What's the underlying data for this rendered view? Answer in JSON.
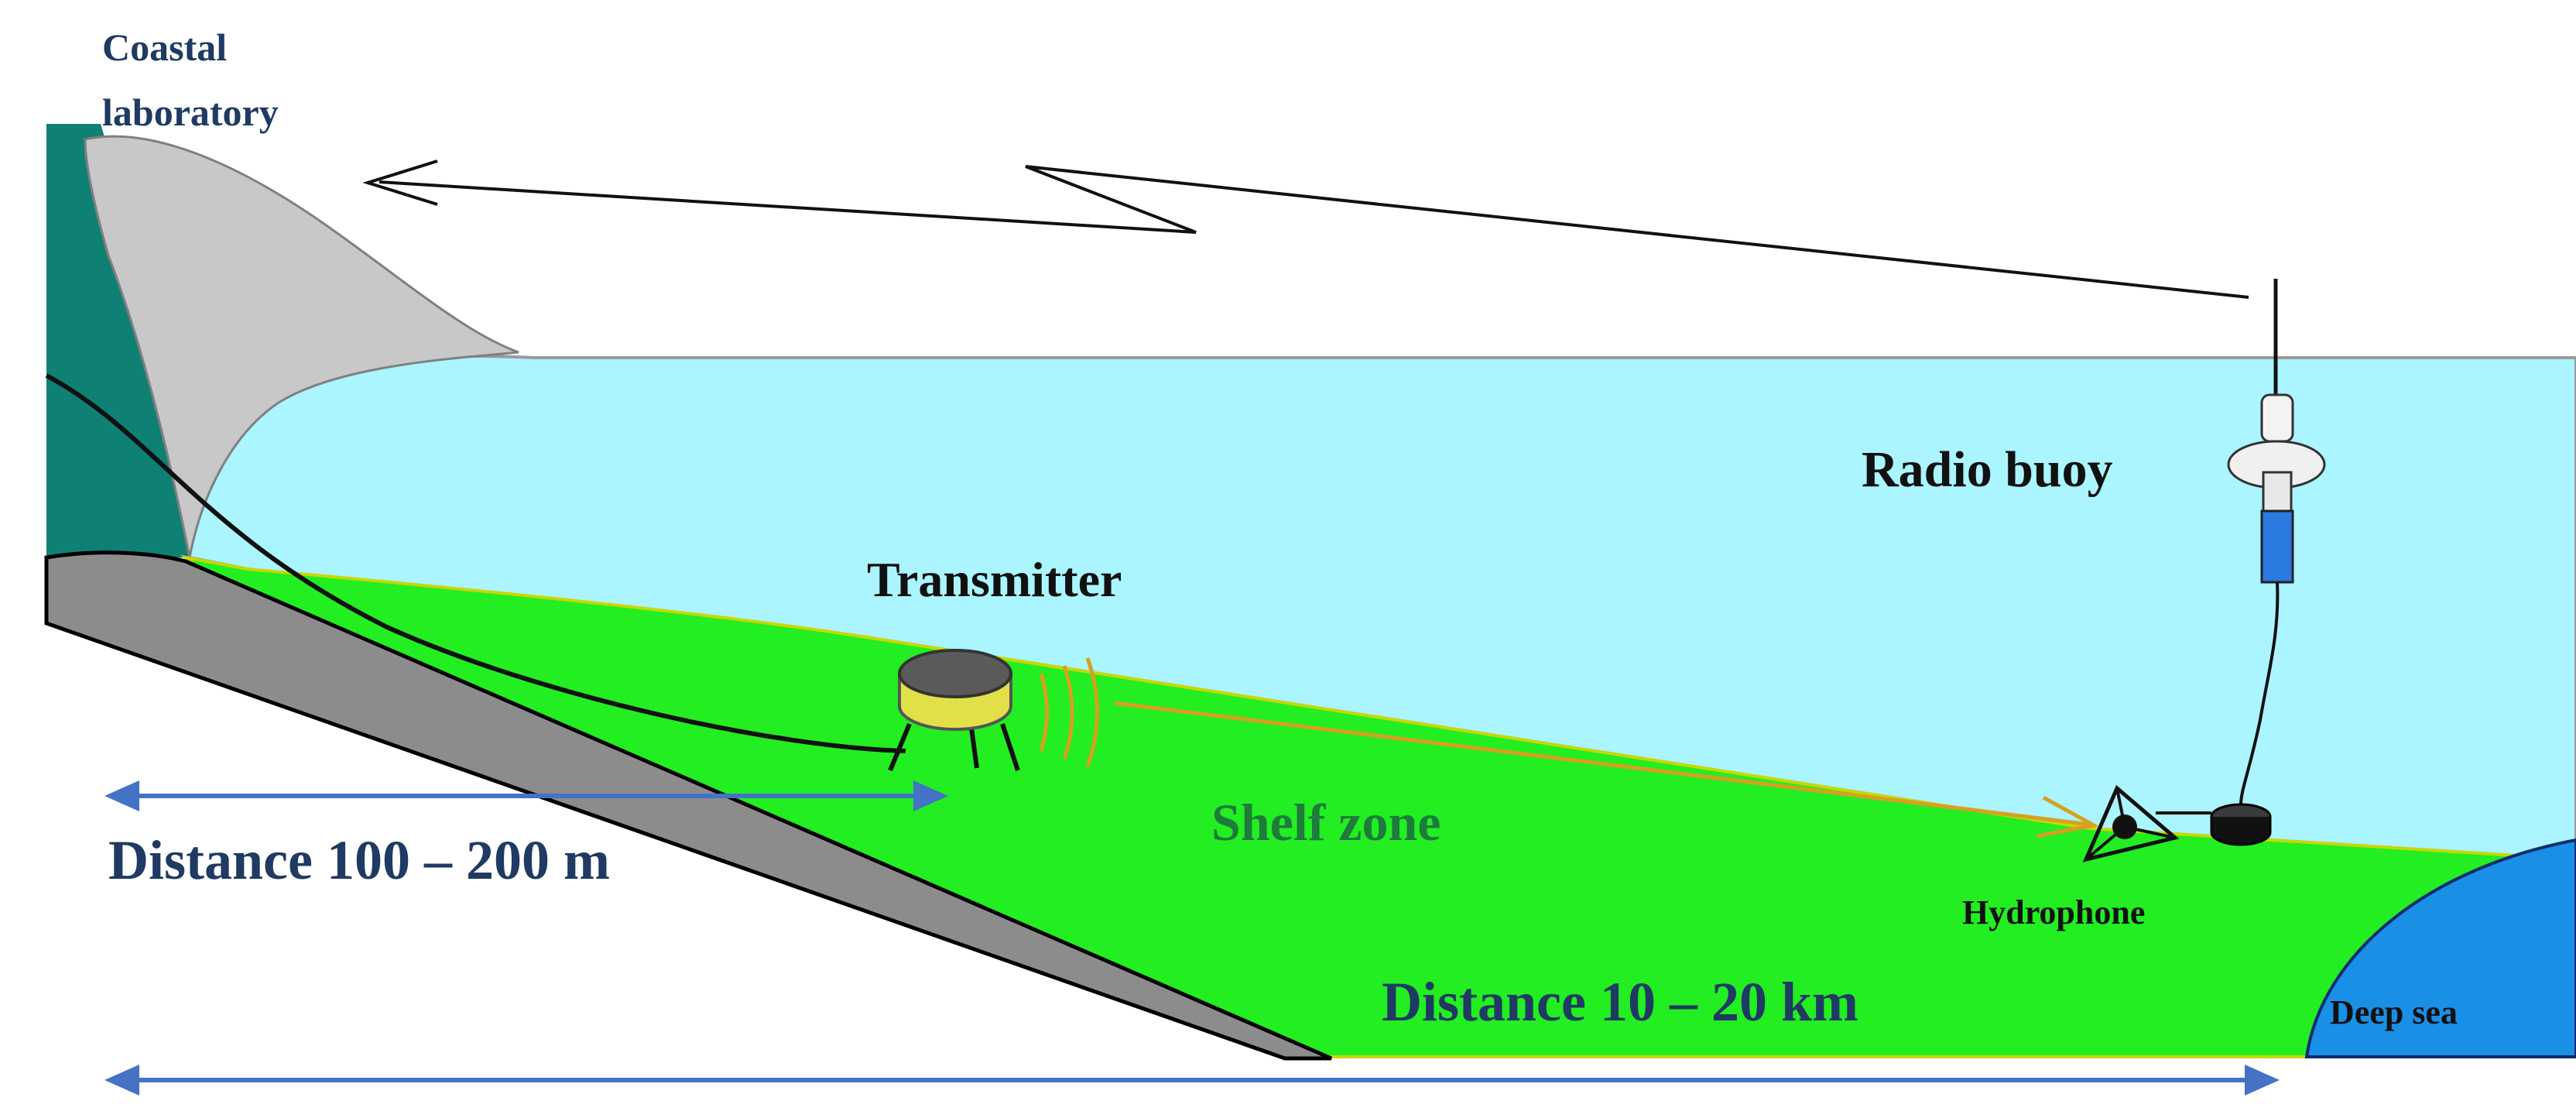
{
  "labels": {
    "coastal_line1": "Coastal",
    "coastal_line2": "laboratory",
    "radio_buoy": "Radio buoy",
    "transmitter": "Transmitter",
    "shelf_zone": "Shelf zone",
    "hydrophone": "Hydrophone",
    "deep_sea": "Deep sea",
    "distance_short": "Distance 100 – 200 m",
    "distance_long": "Distance 10 – 20 km"
  },
  "colors": {
    "navy_text": "#1f3a63",
    "green_text": "#1e7b3c",
    "water": "#aaf5ff",
    "shelf": "#22ee22",
    "deep_sea": "#1a8fe6",
    "coast_teal": "#0f8074",
    "cliff_gray": "#c8c8c8",
    "seabed_gray": "#8c8c8c",
    "arrow_blue": "#4472c4",
    "transmitter_yellow": "#e2e048"
  }
}
